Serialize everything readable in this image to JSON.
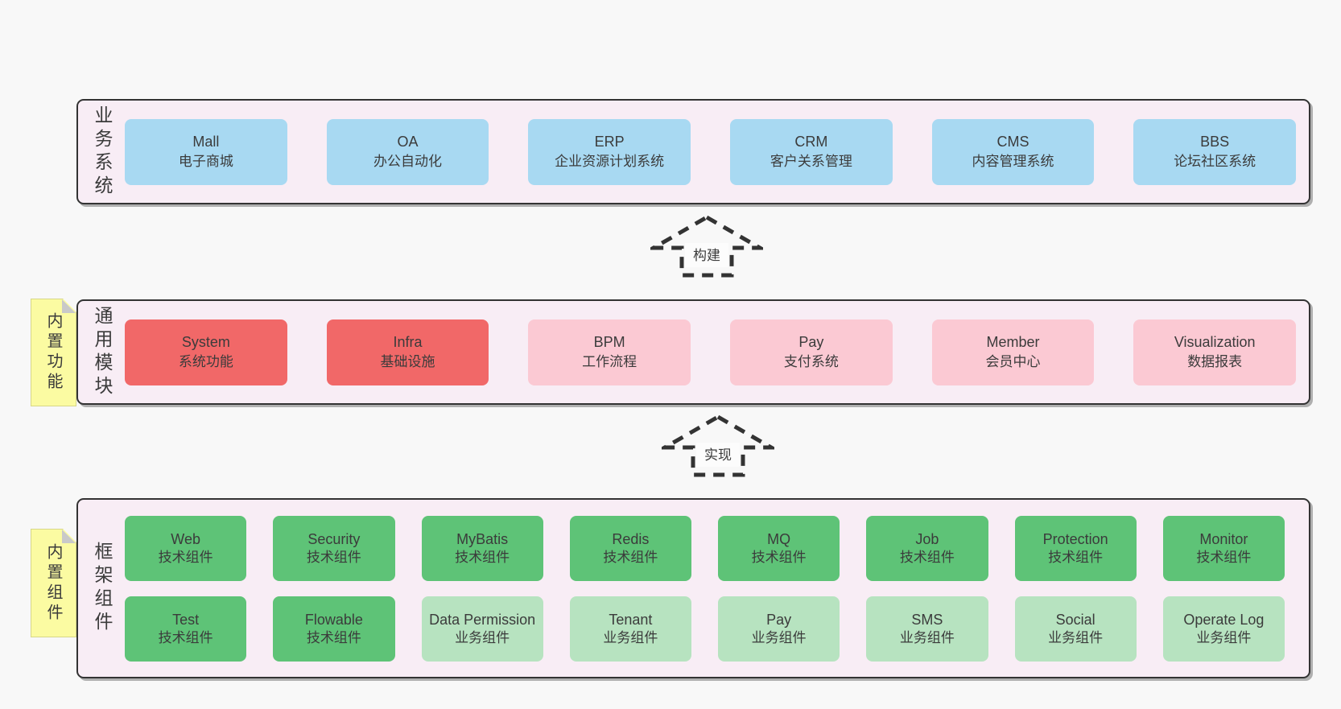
{
  "colors": {
    "bg": "#f8f8f8",
    "panel": "#f8edf5",
    "line": "#333333",
    "text": "#3b3b3b",
    "blue": "#a8d9f2",
    "red": "#f16868",
    "pink": "#fbc9d3",
    "green": "#5ec377",
    "greenLight": "#b7e3c0",
    "yellow": "#fbfba2",
    "fold": "#c9c9c9"
  },
  "arrows": {
    "build": "构建",
    "implement": "实现"
  },
  "layers": {
    "business": {
      "label": "业务系统",
      "boxes": [
        {
          "en": "Mall",
          "zh": "电子商城"
        },
        {
          "en": "OA",
          "zh": "办公自动化"
        },
        {
          "en": "ERP",
          "zh": "企业资源计划系统"
        },
        {
          "en": "CRM",
          "zh": "客户关系管理"
        },
        {
          "en": "CMS",
          "zh": "内容管理系统"
        },
        {
          "en": "BBS",
          "zh": "论坛社区系统"
        }
      ]
    },
    "modules": {
      "label": "通用模块",
      "tab": "内置功能",
      "boxes": [
        {
          "en": "System",
          "zh": "系统功能"
        },
        {
          "en": "Infra",
          "zh": "基础设施"
        },
        {
          "en": "BPM",
          "zh": "工作流程"
        },
        {
          "en": "Pay",
          "zh": "支付系统"
        },
        {
          "en": "Member",
          "zh": "会员中心"
        },
        {
          "en": "Visualization",
          "zh": "数据报表"
        }
      ]
    },
    "components": {
      "label": "框架组件",
      "tab": "内置组件",
      "row1": [
        {
          "en": "Web",
          "zh": "技术组件"
        },
        {
          "en": "Security",
          "zh": "技术组件"
        },
        {
          "en": "MyBatis",
          "zh": "技术组件"
        },
        {
          "en": "Redis",
          "zh": "技术组件"
        },
        {
          "en": "MQ",
          "zh": "技术组件"
        },
        {
          "en": "Job",
          "zh": "技术组件"
        },
        {
          "en": "Protection",
          "zh": "技术组件"
        },
        {
          "en": "Monitor",
          "zh": "技术组件"
        }
      ],
      "row2": [
        {
          "en": "Test",
          "zh": "技术组件"
        },
        {
          "en": "Flowable",
          "zh": "技术组件"
        },
        {
          "en": "Data Permission",
          "zh": "业务组件"
        },
        {
          "en": "Tenant",
          "zh": "业务组件"
        },
        {
          "en": "Pay",
          "zh": "业务组件"
        },
        {
          "en": "SMS",
          "zh": "业务组件"
        },
        {
          "en": "Social",
          "zh": "业务组件"
        },
        {
          "en": "Operate Log",
          "zh": "业务组件"
        }
      ]
    }
  }
}
